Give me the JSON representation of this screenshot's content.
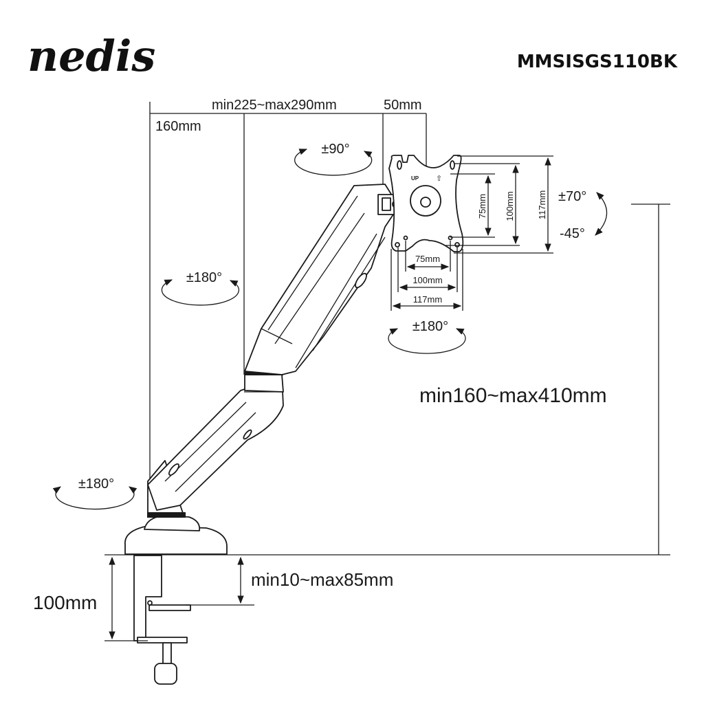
{
  "brand": {
    "logo": "nedis",
    "model": "MMSISGS110BK"
  },
  "dimensions": {
    "arm_extension": "min225~max290mm",
    "head_offset": "50mm",
    "pole_offset": "160mm",
    "height_range": "min160~max410mm",
    "desk_thickness": "min10~max85mm",
    "clamp_height": "100mm"
  },
  "vesa": {
    "up_label": "UP",
    "vertical": [
      "75mm",
      "100mm",
      "117mm"
    ],
    "horizontal": [
      "75mm",
      "100mm",
      "117mm"
    ]
  },
  "rotations": {
    "head_swivel": "±90°",
    "arm_swivel": "±180°",
    "screen_rotation": "±180°",
    "base_swivel": "±180°",
    "tilt_up": "±70°",
    "tilt_down": "-45°"
  },
  "colors": {
    "line": "#1a1a1a",
    "background": "#ffffff"
  }
}
